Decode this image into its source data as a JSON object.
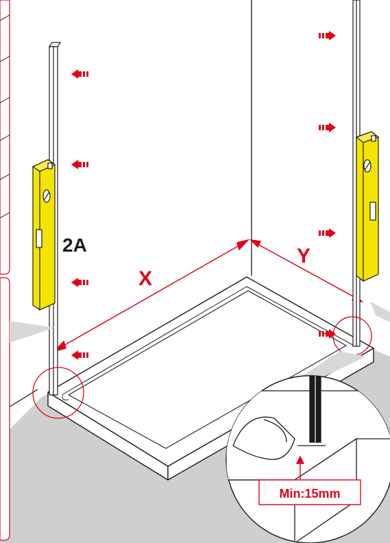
{
  "labels": {
    "step": "2A",
    "x": "X",
    "y": "Y",
    "min_gap": "Min:15mm"
  },
  "colors": {
    "accent_red": "#e2001a",
    "level_yellow": "#f5e400",
    "floor_grey": "#cfcfcf",
    "outline": "#1a1a1a"
  },
  "icons": [
    "push-left-arrow-icon",
    "push-right-arrow-icon",
    "spirit-level-icon",
    "detail-magnifier-icon"
  ]
}
